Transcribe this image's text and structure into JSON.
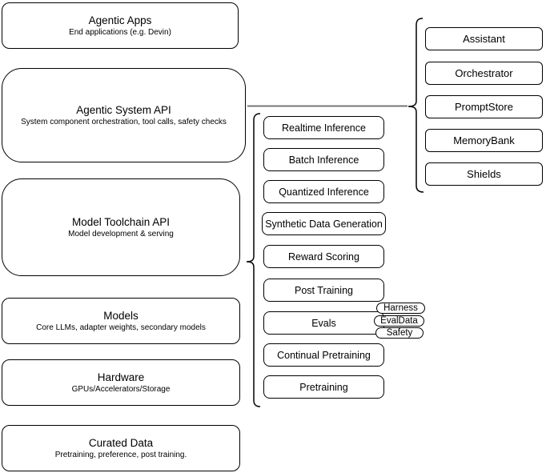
{
  "stack": [
    {
      "title": "Agentic Apps",
      "subtitle": "End applications (e.g. Devin)"
    },
    {
      "title": "Agentic System API",
      "subtitle": "System component orchestration, tool calls, safety checks"
    },
    {
      "title": "Model Toolchain API",
      "subtitle": "Model development & serving"
    },
    {
      "title": "Models",
      "subtitle": "Core LLMs, adapter weights, secondary models"
    },
    {
      "title": "Hardware",
      "subtitle": "GPUs/Accelerators/Storage"
    },
    {
      "title": "Curated Data",
      "subtitle": "Pretraining, preference, post training."
    }
  ],
  "toolchain": [
    "Realtime Inference",
    "Batch Inference",
    "Quantized Inference",
    "Synthetic Data Generation",
    "Reward Scoring",
    "Post Training",
    "Evals",
    "Continual Pretraining",
    "Pretraining"
  ],
  "evals_badges": [
    "Harness",
    "EvalData",
    "Safety"
  ],
  "system": [
    "Assistant",
    "Orchestrator",
    "PromptStore",
    "MemoryBank",
    "Shields"
  ],
  "colors": {
    "border": "#000000",
    "bg": "#ffffff",
    "node-bg": "#ffffff",
    "text": "#000000",
    "connector": "#666666"
  }
}
